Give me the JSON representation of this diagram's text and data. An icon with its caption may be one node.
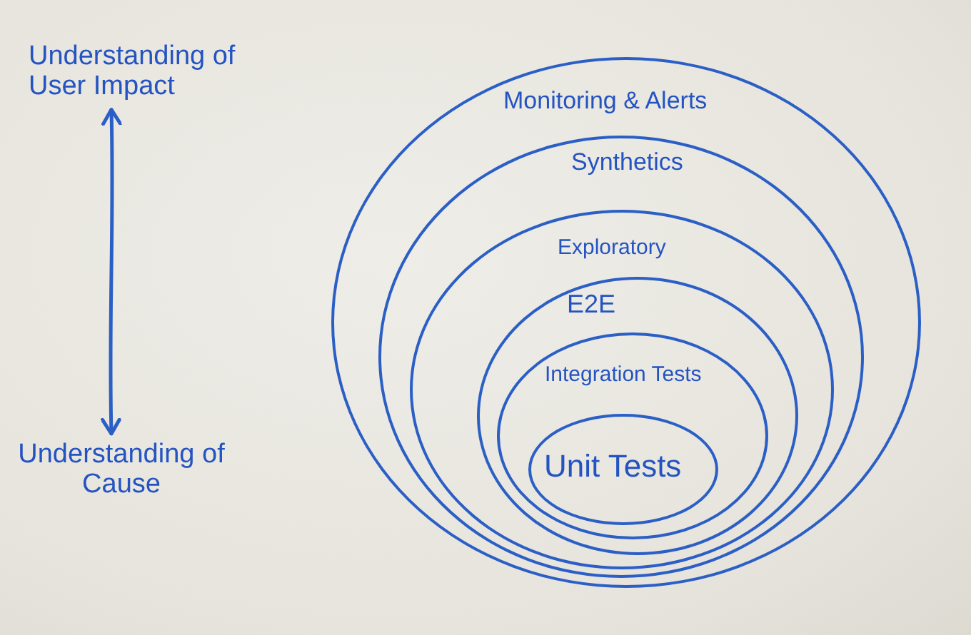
{
  "diagram": {
    "nodes": [
      {
        "text": [
          "Understanding of User Impact"
        ]
      },
      {
        "text": [
          "Understanding of Cause"
        ]
      },
      {
        "text": [
          "Monitoring & Alerts"
        ]
      },
      {
        "text": [
          "Synthetics"
        ],
        "in": 2
      },
      {
        "text": [
          "Exploratory"
        ],
        "in": 3
      },
      {
        "text": [
          "E2E"
        ],
        "in": 4
      },
      {
        "text": [
          "Integration Tests"
        ],
        "in": 5
      },
      {
        "text": [
          "Unit Tests"
        ],
        "in": 6
      }
    ],
    "edges": [
      {
        "from": 0,
        "to": 1,
        "arrow": "both"
      }
    ]
  }
}
